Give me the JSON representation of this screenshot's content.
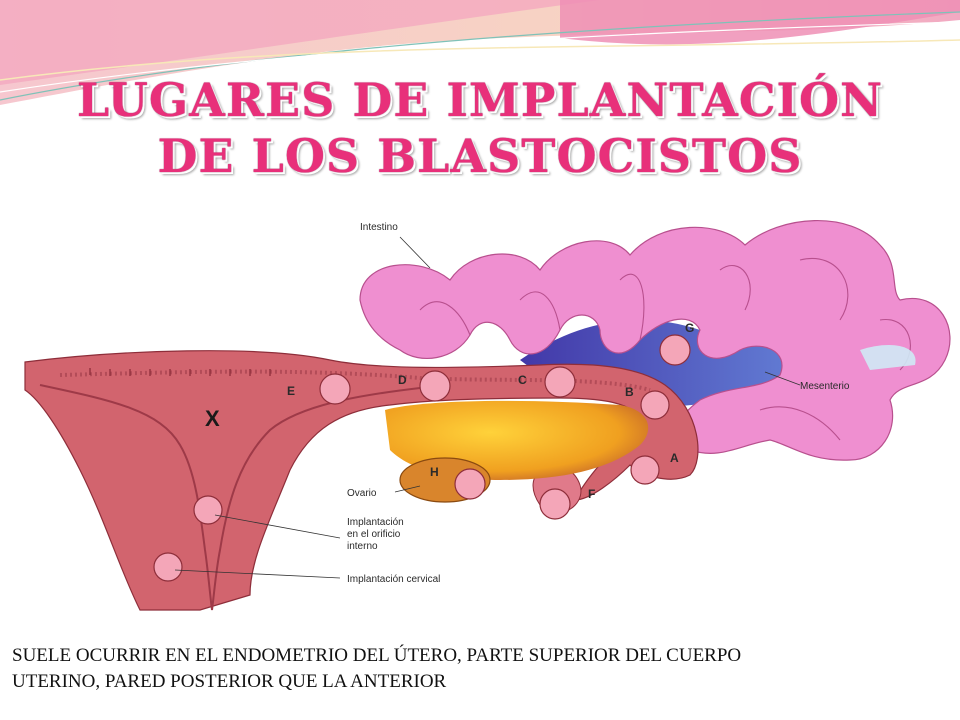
{
  "title": {
    "line1": "LUGARES DE IMPLANTACIÓN",
    "line2": "DE LOS BLASTOCISTOS"
  },
  "diagram": {
    "labels": {
      "intestino": "Intestino",
      "mesenterio": "Mesenterio",
      "ovario": "Ovario",
      "implantacion_orificio_1": "Implantación",
      "implantacion_orificio_2": "en el orificio",
      "implantacion_orificio_3": "interno",
      "implantacion_cervical": "Implantación cervical"
    },
    "site_letters": [
      "A",
      "B",
      "C",
      "D",
      "E",
      "F",
      "G",
      "H"
    ],
    "normal_site": "X"
  },
  "caption": {
    "line1": "SUELE OCURRIR EN EL ENDOMETRIO DEL ÚTERO, PARTE SUPERIOR DEL CUERPO",
    "line2": "UTERINO, PARED POSTERIOR  QUE LA  ANTERIOR"
  },
  "colors": {
    "title": "#e8307a",
    "uterus": "#d2646e",
    "intestine": "#ee8ed0",
    "ovary": "#d9852c",
    "mesentery": "#4a42b0"
  }
}
